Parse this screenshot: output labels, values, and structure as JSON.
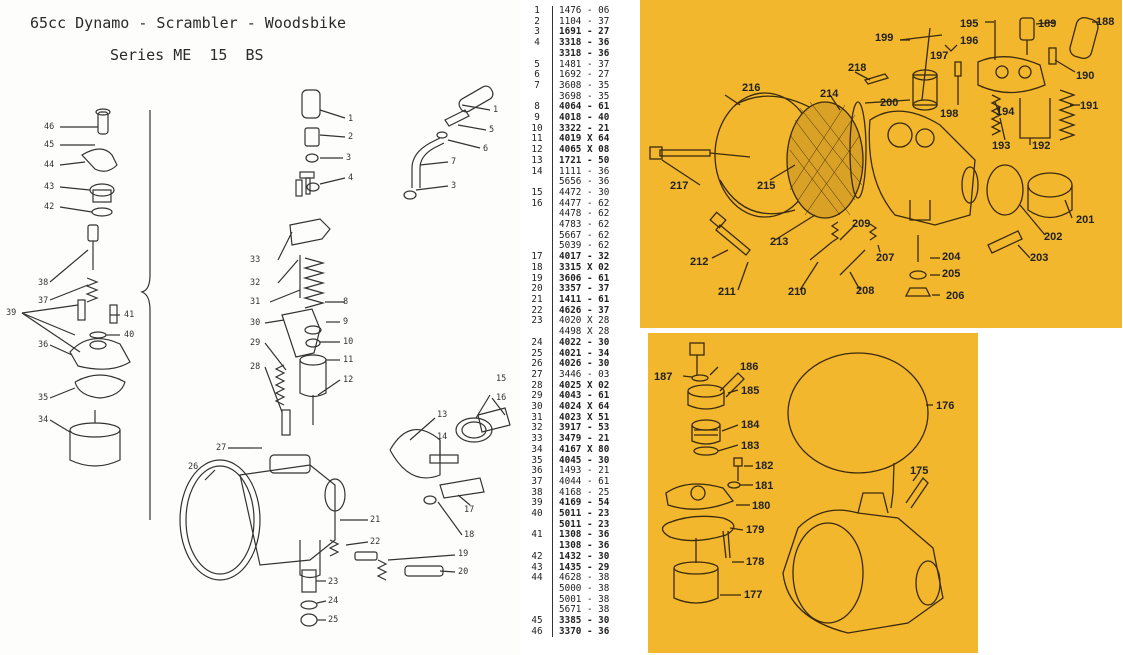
{
  "header": {
    "title": "65cc Dynamo - Scrambler - Woodsbike",
    "subtitle": "Series ME  15  BS"
  },
  "left_callouts": [
    "46",
    "45",
    "44",
    "43",
    "42",
    "38",
    "37",
    "39",
    "36",
    "35",
    "34",
    "41",
    "40",
    "1",
    "2",
    "3",
    "4",
    "1",
    "5",
    "6",
    "7",
    "3",
    "33",
    "32",
    "31",
    "30",
    "29",
    "28",
    "8",
    "9",
    "10",
    "11",
    "12",
    "27",
    "26",
    "13",
    "14",
    "15",
    "16",
    "17",
    "18",
    "21",
    "22",
    "19",
    "20",
    "23",
    "24",
    "25"
  ],
  "parts_table": [
    {
      "ref": "1",
      "code": "1476 - 06",
      "bold": false
    },
    {
      "ref": "2",
      "code": "1104 - 37",
      "bold": false
    },
    {
      "ref": "3",
      "code": "1691 - 27",
      "bold": true
    },
    {
      "ref": "4",
      "code": "3318 - 36",
      "bold": true
    },
    {
      "ref": "",
      "code": "3318 - 36",
      "bold": true
    },
    {
      "ref": "5",
      "code": "1481 - 37",
      "bold": false
    },
    {
      "ref": "6",
      "code": "1692 - 27",
      "bold": false
    },
    {
      "ref": "7",
      "code": "3608 - 35",
      "bold": false
    },
    {
      "ref": "",
      "code": "3698 - 35",
      "bold": false
    },
    {
      "ref": "8",
      "code": "4064 - 61",
      "bold": true
    },
    {
      "ref": "9",
      "code": "4018 - 40",
      "bold": true
    },
    {
      "ref": "10",
      "code": "3322 - 21",
      "bold": true
    },
    {
      "ref": "11",
      "code": "4019 X 64",
      "bold": true
    },
    {
      "ref": "12",
      "code": "4065 X 08",
      "bold": true
    },
    {
      "ref": "13",
      "code": "1721 - 50",
      "bold": true
    },
    {
      "ref": "14",
      "code": "1111 - 36",
      "bold": false
    },
    {
      "ref": "",
      "code": "5656 - 36",
      "bold": false
    },
    {
      "ref": "15",
      "code": "4472 - 30",
      "bold": false
    },
    {
      "ref": "16",
      "code": "4477 - 62",
      "bold": false
    },
    {
      "ref": "",
      "code": "4478 - 62",
      "bold": false
    },
    {
      "ref": "",
      "code": "4783 - 62",
      "bold": false
    },
    {
      "ref": "",
      "code": "5667 - 62",
      "bold": false
    },
    {
      "ref": "",
      "code": "5039 - 62",
      "bold": false
    },
    {
      "ref": "17",
      "code": "4017 - 32",
      "bold": true
    },
    {
      "ref": "18",
      "code": "3315 X 02",
      "bold": true
    },
    {
      "ref": "19",
      "code": "3606 - 61",
      "bold": true
    },
    {
      "ref": "20",
      "code": "3357 - 37",
      "bold": true
    },
    {
      "ref": "21",
      "code": "1411 - 61",
      "bold": true
    },
    {
      "ref": "22",
      "code": "4626 - 37",
      "bold": true
    },
    {
      "ref": "23",
      "code": "4020 X 28",
      "bold": false
    },
    {
      "ref": "",
      "code": "4498 X 28",
      "bold": false
    },
    {
      "ref": "24",
      "code": "4022 - 30",
      "bold": true
    },
    {
      "ref": "25",
      "code": "4021 - 34",
      "bold": true
    },
    {
      "ref": "26",
      "code": "4026 - 30",
      "bold": true
    },
    {
      "ref": "27",
      "code": "3446 - 03",
      "bold": false
    },
    {
      "ref": "28",
      "code": "4025 X 02",
      "bold": true
    },
    {
      "ref": "29",
      "code": "4043 - 61",
      "bold": true
    },
    {
      "ref": "30",
      "code": "4024 X 64",
      "bold": true
    },
    {
      "ref": "31",
      "code": "4023 X 51",
      "bold": true
    },
    {
      "ref": "32",
      "code": "3917 - 53",
      "bold": true
    },
    {
      "ref": "33",
      "code": "3479 - 21",
      "bold": true
    },
    {
      "ref": "34",
      "code": "4167 X 80",
      "bold": true
    },
    {
      "ref": "35",
      "code": "4045 - 30",
      "bold": true
    },
    {
      "ref": "36",
      "code": "1493 - 21",
      "bold": false
    },
    {
      "ref": "37",
      "code": "4044 - 61",
      "bold": false
    },
    {
      "ref": "38",
      "code": "4168 - 25",
      "bold": false
    },
    {
      "ref": "39",
      "code": "4169 - 54",
      "bold": true
    },
    {
      "ref": "40",
      "code": "5011 - 23",
      "bold": true
    },
    {
      "ref": "",
      "code": "5011 - 23",
      "bold": true
    },
    {
      "ref": "41",
      "code": "1308 - 36",
      "bold": true
    },
    {
      "ref": "",
      "code": "1308 - 36",
      "bold": true
    },
    {
      "ref": "42",
      "code": "1432 - 30",
      "bold": true
    },
    {
      "ref": "43",
      "code": "1435 - 29",
      "bold": true
    },
    {
      "ref": "44",
      "code": "4628 - 38",
      "bold": false
    },
    {
      "ref": "",
      "code": "5000 - 38",
      "bold": false
    },
    {
      "ref": "",
      "code": "5001 - 38",
      "bold": false
    },
    {
      "ref": "",
      "code": "5671 - 38",
      "bold": false
    },
    {
      "ref": "45",
      "code": "3385 - 30",
      "bold": true
    },
    {
      "ref": "46",
      "code": "3370 - 36",
      "bold": true
    }
  ],
  "top_right_callouts": [
    "195",
    "189",
    "188",
    "199",
    "196",
    "197",
    "190",
    "218",
    "200",
    "216",
    "214",
    "198",
    "191",
    "194",
    "193",
    "192",
    "217",
    "215",
    "213",
    "201",
    "202",
    "209",
    "212",
    "207",
    "204",
    "203",
    "205",
    "211",
    "210",
    "208",
    "206"
  ],
  "bottom_right_callouts": [
    "187",
    "186",
    "185",
    "176",
    "184",
    "183",
    "182",
    "181",
    "175",
    "180",
    "179",
    "178",
    "177"
  ],
  "colors": {
    "page_bg": "#ffffff",
    "line_art": "#333333",
    "orange_panel": "#f2b72d",
    "orange_line": "#3a2a0e",
    "table_rule": "#333333"
  }
}
